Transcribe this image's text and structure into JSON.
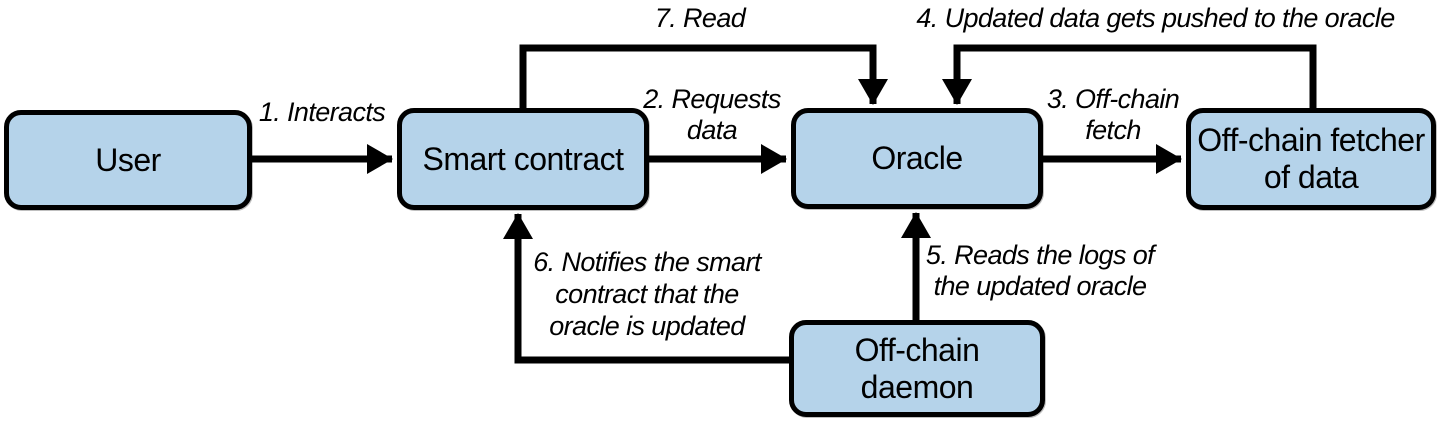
{
  "diagram": {
    "colors": {
      "background": "#ffffff",
      "node_fill": "#b5d3ea",
      "node_border": "#000000",
      "edge": "#000000",
      "label_text": "#000000"
    },
    "nodes": {
      "user": {
        "label": "User"
      },
      "smart_contract": {
        "label": "Smart contract"
      },
      "oracle": {
        "label": "Oracle"
      },
      "fetcher": {
        "line1": "Off-chain fetcher",
        "line2": "of data"
      },
      "daemon": {
        "line1": "Off-chain",
        "line2": "daemon"
      }
    },
    "edge_labels": {
      "e1": {
        "text": "1. Interacts"
      },
      "e2": {
        "line1": "2. Requests",
        "line2": "data"
      },
      "e3": {
        "line1": "3. Off-chain",
        "line2": "fetch"
      },
      "e4": {
        "text": "4. Updated data gets pushed to the oracle"
      },
      "e5": {
        "line1": "5. Reads the logs of",
        "line2": "the updated oracle"
      },
      "e6": {
        "line1": "6. Notifies the smart",
        "line2": "contract that the",
        "line3": "oracle is updated"
      },
      "e7": {
        "text": "7. Read"
      }
    }
  }
}
